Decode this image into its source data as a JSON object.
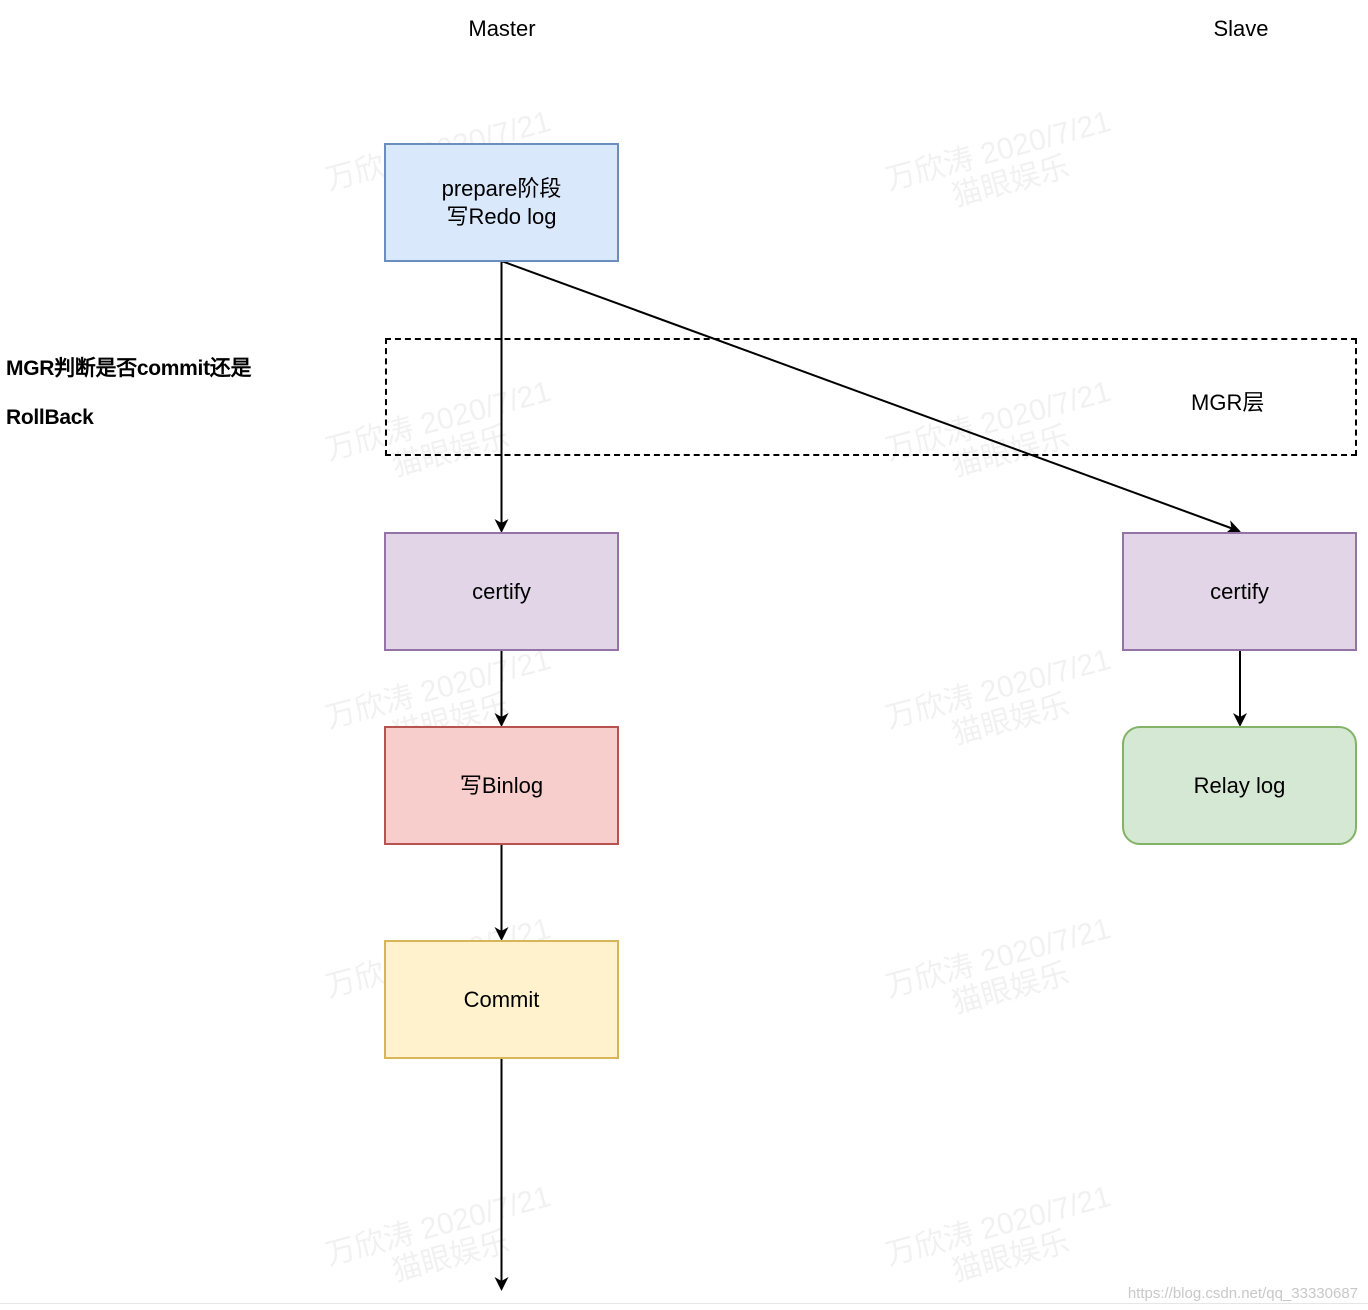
{
  "columns": {
    "master": "Master",
    "slave": "Slave"
  },
  "side_note": {
    "line1": "MGR判断是否commit还是",
    "line2": "RollBack"
  },
  "mgr_layer": {
    "label": "MGR层"
  },
  "nodes": {
    "prepare": {
      "line1": "prepare阶段",
      "line2": "写Redo log",
      "color": "#dae8fc"
    },
    "certify_master": {
      "label": "certify",
      "color": "#e1d5e7"
    },
    "binlog": {
      "label": "写Binlog",
      "color": "#f8cecc"
    },
    "commit": {
      "label": "Commit",
      "color": "#fff2cc"
    },
    "certify_slave": {
      "label": "certify",
      "color": "#e1d5e7"
    },
    "relay_log": {
      "label": "Relay log",
      "color": "#d5e8d4"
    }
  },
  "edges": [
    {
      "from": "prepare",
      "to": "certify_master"
    },
    {
      "from": "prepare",
      "to": "certify_slave"
    },
    {
      "from": "certify_master",
      "to": "binlog"
    },
    {
      "from": "binlog",
      "to": "commit"
    },
    {
      "from": "commit",
      "to": "end"
    },
    {
      "from": "certify_slave",
      "to": "relay_log"
    }
  ],
  "watermark": {
    "name_date": "万欣涛 2020/7/21",
    "org": "猫眼娱乐"
  },
  "source_url": "https://blog.csdn.net/qq_33330687"
}
